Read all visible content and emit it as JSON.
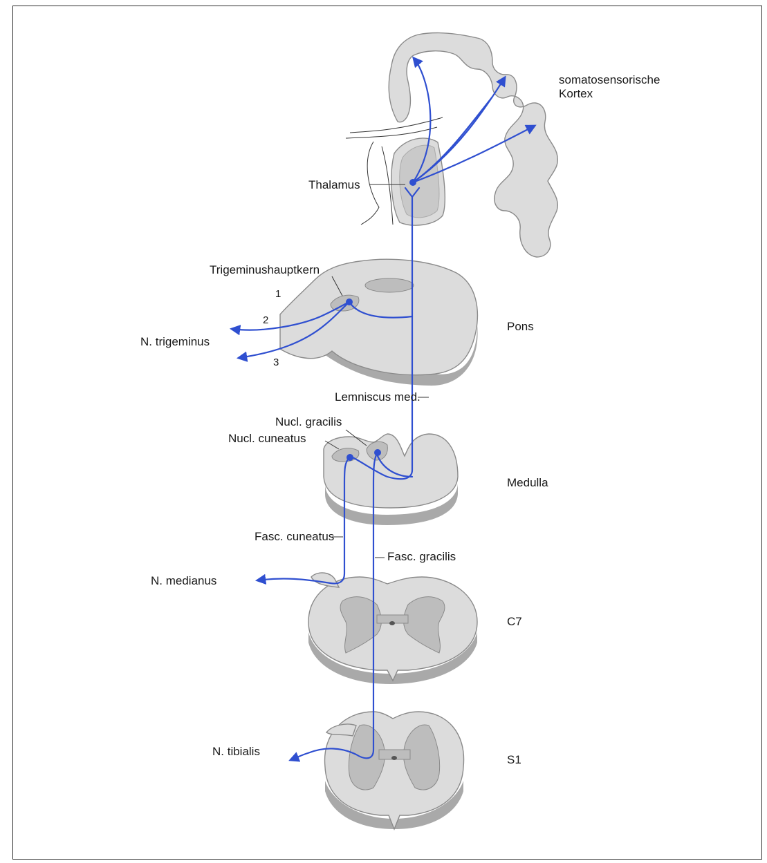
{
  "labels": {
    "cortex": "somatosensorische\nKortex",
    "thalamus": "Thalamus",
    "trigeminus_nucleus": "Trigeminushauptkern",
    "n_trigeminus": "N. trigeminus",
    "pons": "Pons",
    "lemniscus": "Lemniscus med.",
    "nucl_gracilis": "Nucl. gracilis",
    "nucl_cuneatus": "Nucl. cuneatus",
    "medulla": "Medulla",
    "fasc_cuneatus": "Fasc. cuneatus",
    "fasc_gracilis": "Fasc. gracilis",
    "n_medianus": "N. medianus",
    "c7": "C7",
    "n_tibialis": "N. tibialis",
    "s1": "S1"
  },
  "trigeminus_branches": [
    "1",
    "2",
    "3"
  ],
  "colors": {
    "pathway": "#2f4fd0",
    "tissue": "#dcdcdc",
    "tissue_shadow": "#a9a9a9",
    "grey_matter": "#bdbdbd"
  }
}
